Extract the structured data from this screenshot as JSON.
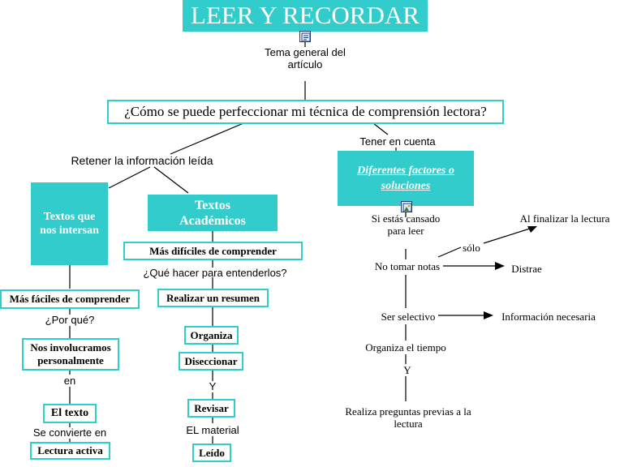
{
  "title": "LEER Y RECORDAR",
  "labels": {
    "tema": "Tema general del artículo",
    "retener": "Retener la información leída",
    "tener": "Tener en cuenta",
    "que_hacer": "¿Qué hacer para entenderlos?",
    "por_que": "¿Por qué?",
    "en": "en",
    "se_convierte": "Se convierte en",
    "y1": "Y",
    "el_material": "EL material",
    "si_cansado": "Si estás cansado para leer",
    "solo": "sólo",
    "al_finalizar": "Al finalizar la lectura",
    "no_tomar": "No tomar notas",
    "distrae": "Distrae",
    "ser_selectivo": "Ser selectivo",
    "info_necesaria": "Información necesaria",
    "organiza_tiempo": "Organiza el tiempo",
    "y2": "Y",
    "realiza": "Realiza preguntas previas a la lectura"
  },
  "nodes": {
    "question": "¿Cómo se puede perfeccionar mi técnica de comprensión lectora?",
    "textos_interesan": "Textos que nos intersan",
    "textos_academicos": "Textos Académicos",
    "diferentes": "Diferentes factores o soluciones",
    "mas_dificiles": "Más difíciles de comprender",
    "mas_faciles": "Más fáciles de comprender",
    "realizar_resumen": "Realizar un resumen",
    "nos_involucramos": "Nos involucramos personalmente",
    "organiza": "Organiza",
    "diseccionar": "Diseccionar",
    "el_texto": "El texto",
    "revisar": "Revisar",
    "lectura_activa": "Lectura activa",
    "leido": "Leído"
  },
  "colors": {
    "teal": "#33cccc",
    "white": "#ffffff",
    "line": "#000000"
  },
  "icons": {
    "note": "note-icon",
    "image": "image-icon"
  }
}
